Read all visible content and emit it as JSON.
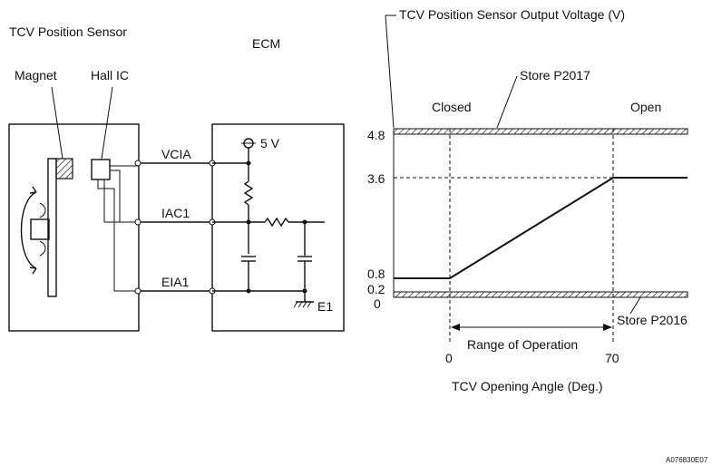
{
  "circuit": {
    "sensor_title": "TCV Position Sensor",
    "ecm_label": "ECM",
    "magnet_label": "Magnet",
    "hall_ic_label": "Hall IC",
    "vcc_label": "5 V",
    "terminals": [
      "VCIA",
      "IAC1",
      "EIA1"
    ],
    "ground_label": "E1"
  },
  "graph": {
    "title": "TCV Position Sensor Output Voltage (V)",
    "xlabel": "TCV Opening Angle (Deg.)",
    "closed_label": "Closed",
    "open_label": "Open",
    "store_high": "Store P2017",
    "store_low": "Store P2016",
    "range_label": "Range of Operation"
  },
  "chart_data": {
    "type": "line",
    "title": "TCV Position Sensor Output Voltage (V)",
    "xlabel": "TCV Opening Angle (Deg.)",
    "ylabel": "TCV Position Sensor Output Voltage (V)",
    "y_ticks": [
      "4.8",
      "3.6",
      "0.8",
      "0.2",
      "0"
    ],
    "x_ticks": [
      "0",
      "70"
    ],
    "series": [
      {
        "x": [
          0,
          70
        ],
        "y": [
          0.8,
          3.6
        ]
      }
    ],
    "thresholds": {
      "upper": 4.8,
      "lower": 0.2
    }
  },
  "footer": {
    "figure_id": "A076830E07"
  }
}
